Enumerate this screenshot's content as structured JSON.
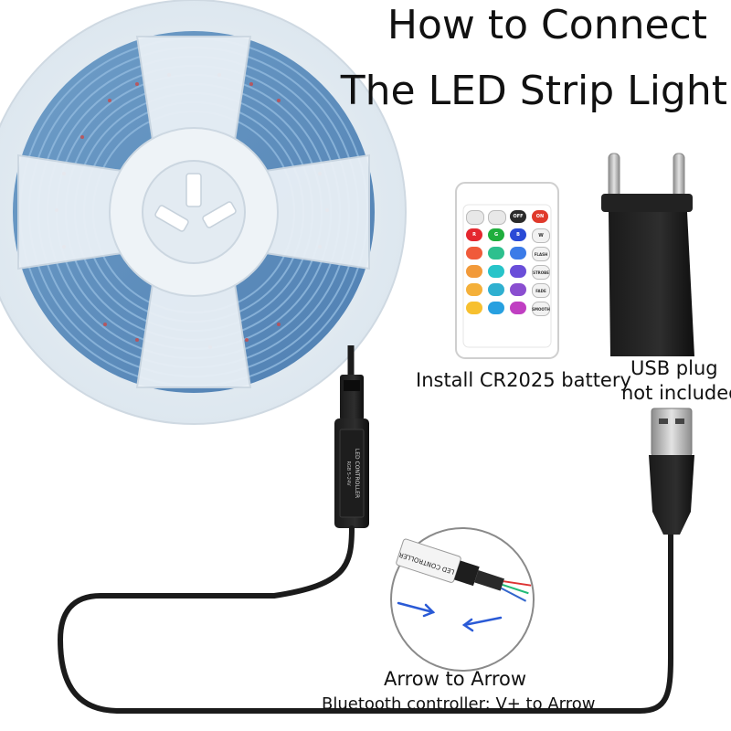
{
  "title": {
    "line1": "How to Connect",
    "line2": "The LED Strip Light"
  },
  "captions": {
    "battery": "Install CR2025 battery",
    "usb_line1": "USB plug",
    "usb_line2": "not included",
    "arrow": "Arrow to Arrow",
    "bluetooth": "Bluetooth controller: V+ to Arrow"
  },
  "remote": {
    "top_buttons": [
      "",
      "",
      "OFF",
      "ON"
    ],
    "rgbw_buttons": [
      "R",
      "G",
      "B",
      "W"
    ],
    "mode_buttons": [
      "FLASH",
      "STROBE",
      "FADE",
      "SMOOTH"
    ],
    "colors": {
      "row1": [
        "#e8e8e8",
        "#e8e8e8",
        "#2a2a2a",
        "#e0392b"
      ],
      "row2": [
        "#e4272f",
        "#1fae3d",
        "#2a4ad6",
        "#f2f2f2"
      ],
      "row3": [
        "#f05a3a",
        "#2dc08e",
        "#3b7be8"
      ],
      "row4": [
        "#f29a3a",
        "#27c4c9",
        "#6a4ed9"
      ],
      "row5": [
        "#f7c02f",
        "#27a0e0",
        "#c03fc2"
      ]
    }
  },
  "controller": {
    "label_line1": "LED CONTROLLER",
    "label_line2": "RGB 5-24V"
  },
  "inset_label": "LED CONTROLLER"
}
